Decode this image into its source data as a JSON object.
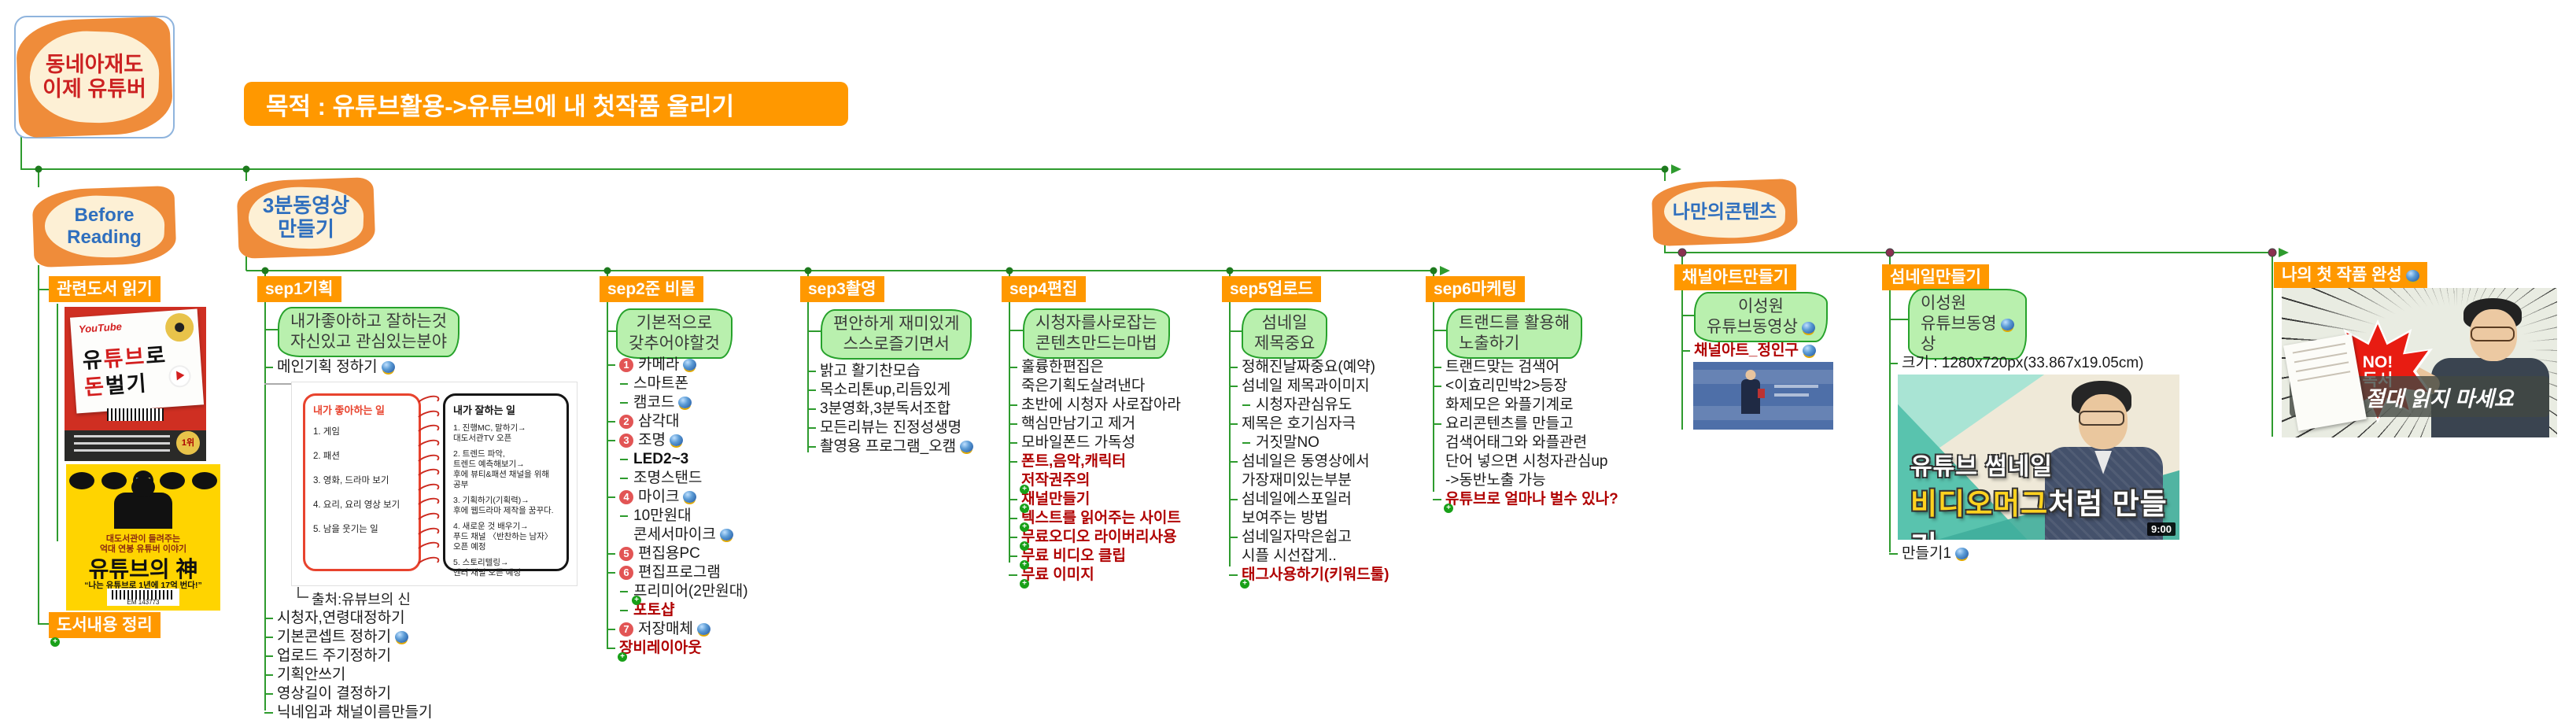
{
  "root": {
    "line1": "동네아재도",
    "line2": "이제 유튜버"
  },
  "purpose": {
    "text": "목적 : 유튜브활용->유튜브에 내 첫작품 올리기"
  },
  "before": {
    "node_line1": "Before",
    "node_line2": "Reading",
    "badge_books": "관련도서 읽기",
    "badge_summary": "도서내용 정리",
    "book1": {
      "brand": "YouTube",
      "t1a": "유",
      "t1b": "튜브",
      "t1c": "로",
      "t2a": "돈",
      "t2b": "벌기",
      "rank": "1위"
    },
    "book2": {
      "sub1": "대도서관이 들려주는",
      "sub2": "억대 연봉 유튜버 이야기",
      "title": "유튜브의 神",
      "quote": "“나는 유튜브로 1년에 17억 번다!”",
      "barcode": "EM 143773"
    }
  },
  "video3": {
    "node_line1": "3분동영상",
    "node_line2": "만들기"
  },
  "mycontent": {
    "node": "나만의콘텐츠"
  },
  "sep1": {
    "badge": "sep1기획",
    "bubble1": "내가좋아하고 잘하는것",
    "bubble2": "자신있고 관심있는분야",
    "main_item": "메인기획 정하기",
    "box": {
      "left_title": "내가 좋아하는 일",
      "left_items": [
        "1. 게임",
        "2. 패션",
        "3. 영화, 드라마 보기",
        "4. 요리, 요리 영상 보기",
        "5. 남을 웃기는 일"
      ],
      "right_title": "내가 잘하는 일",
      "right_lines": [
        "1. 진행MC, 말하기→",
        "대도서관TV 오픈",
        "2. 트렌드 파악,",
        "트렌드 예측해보기→",
        "후에 뷰티&패션 채널을 위해 공부",
        "3. 기획하기(기획력)→",
        "후에 웹드라마 제작을 꿈꾸다.",
        "4. 새로운 것 배우기→",
        "푸드 채널 〈반찬하는 남자〉",
        "오픈 예정",
        "5. 스토리텔링→",
        "엔터 채널 오픈 예정"
      ]
    },
    "source": "출처:유뷰브의 신",
    "items": [
      "시청자,연령대정하기",
      "기본콘셉트 정하기",
      "업로드 주기정하기",
      "기획안쓰기",
      "영상길이 결정하기",
      "닉네임과 채널이름만들기"
    ]
  },
  "sep2": {
    "badge": "sep2준 비물",
    "bubble1": "기본적으로",
    "bubble2": "갖추어야할것",
    "nums": [
      "1",
      "2",
      "3",
      "4",
      "5",
      "6",
      "7"
    ],
    "i": {
      "n1": "카메라",
      "n1a": "스마트폰",
      "n1b": "캠코드",
      "n2": "삼각대",
      "n3": "조명",
      "n3a": "LED2~3",
      "n3b": "조명스탠드",
      "n4": "마이크",
      "n4a": "10만원대",
      "n4a2": "콘세서마이크",
      "n5": "편집용PC",
      "n6": "편집프로그램",
      "n6a": "프리미어(2만원대)",
      "n6b": "포토샵",
      "n7": "저장매체",
      "last": "장비레이아웃"
    }
  },
  "sep3": {
    "badge": "sep3촬영",
    "bubble1": "편안하게 재미있게",
    "bubble2": "스스로즐기면서",
    "items": [
      "밝고 활기찬모습",
      "목소리톤up,리듬있게",
      "3분영화,3분독서조합",
      "모든리뷰는 진정성생명",
      "촬영용 프로그램_오캠"
    ]
  },
  "sep4": {
    "badge": "sep4편집",
    "bubble1": "시청자를사로잡는",
    "bubble2": "콘텐츠만드는마법",
    "black": [
      "훌륭한편집은",
      "죽은기획도살려낸다",
      "초반에 시청자 사로잡아라",
      "핵심만남기고 제거",
      "모바일폰드 가독성"
    ],
    "red": [
      "폰트,음악,캐릭터",
      "저작권주의",
      "채널만들기",
      "텍스트를 읽어주는 사이트",
      "무료오디오 라이버리사용",
      "무료 비디오 클립",
      "무료 이미지"
    ]
  },
  "sep5": {
    "badge": "sep5업로드",
    "bubble1": "섬네일",
    "bubble2": "제목중요",
    "i1": "정해진날짜중요(예약)",
    "i2": "섬네일 제목과이미지",
    "i2a": "시청자관심유도",
    "i3": "제목은 호기심자극",
    "i3a": "거짓말NO",
    "i4a": "섬네일은 동영상에서",
    "i4b": "가장재미있는부분",
    "i5a": "섬네일에스포일러",
    "i5b": "보여주는 방법",
    "i6a": "섬네일자막은쉽고",
    "i6b": "시플 시선잡게..",
    "i7": "태그사용하기(키워드툴)"
  },
  "sep6": {
    "badge": "sep6마케팅",
    "bubble1": "트랜드를 활용해",
    "bubble2": "노출하기",
    "i1": "트랜드맞는 검색어",
    "i2a": "<이효리민박2>등장",
    "i2b": "화제모은 와플기계로",
    "i3a": "요리콘텐츠를 만들고",
    "i3b": "검색어태그와 와플관련",
    "i3c": "단어 넣으면 시청자관심up",
    "i3d": "->동반노출 가능",
    "i4": "유튜브로 얼마나 벌수 있나?"
  },
  "channelart": {
    "badge": "채널아트만들기",
    "bubble1": "이성원",
    "bubble2": "유튜브동영상",
    "item": "채널아트_정인구"
  },
  "thumb": {
    "badge": "섬네일만들기",
    "bubble1": "이성원",
    "bubble2": "유튜브동영",
    "bubble3": "상",
    "size": "크기 : 1280x720px(33.867x19.05cm)",
    "line1": "유튜브 썸네일",
    "line2_hl": "비디오머그",
    "line2_rest": "처럼 만들기",
    "duration": "9:00",
    "item": "만들기1"
  },
  "firstwork": {
    "badge": "나의 첫 작품 완성",
    "burst_line1": "NO!",
    "burst_line2": "독서",
    "caption": "책!! 절대 읽지 마세요"
  },
  "icons": {
    "globe": "globe-link-icon",
    "plus": "expand-plus-icon"
  },
  "colors": {
    "accent_orange": "#ff9800",
    "line_green": "#2e9b2e",
    "bubble_green": "#b9f0ae",
    "bubble_border": "#27a22c",
    "item_red": "#b00000",
    "node_orange": "#ef8c3a",
    "node_cream": "#fdf0d5",
    "label_blue": "#2f6fbe",
    "root_red": "#cc2222"
  }
}
